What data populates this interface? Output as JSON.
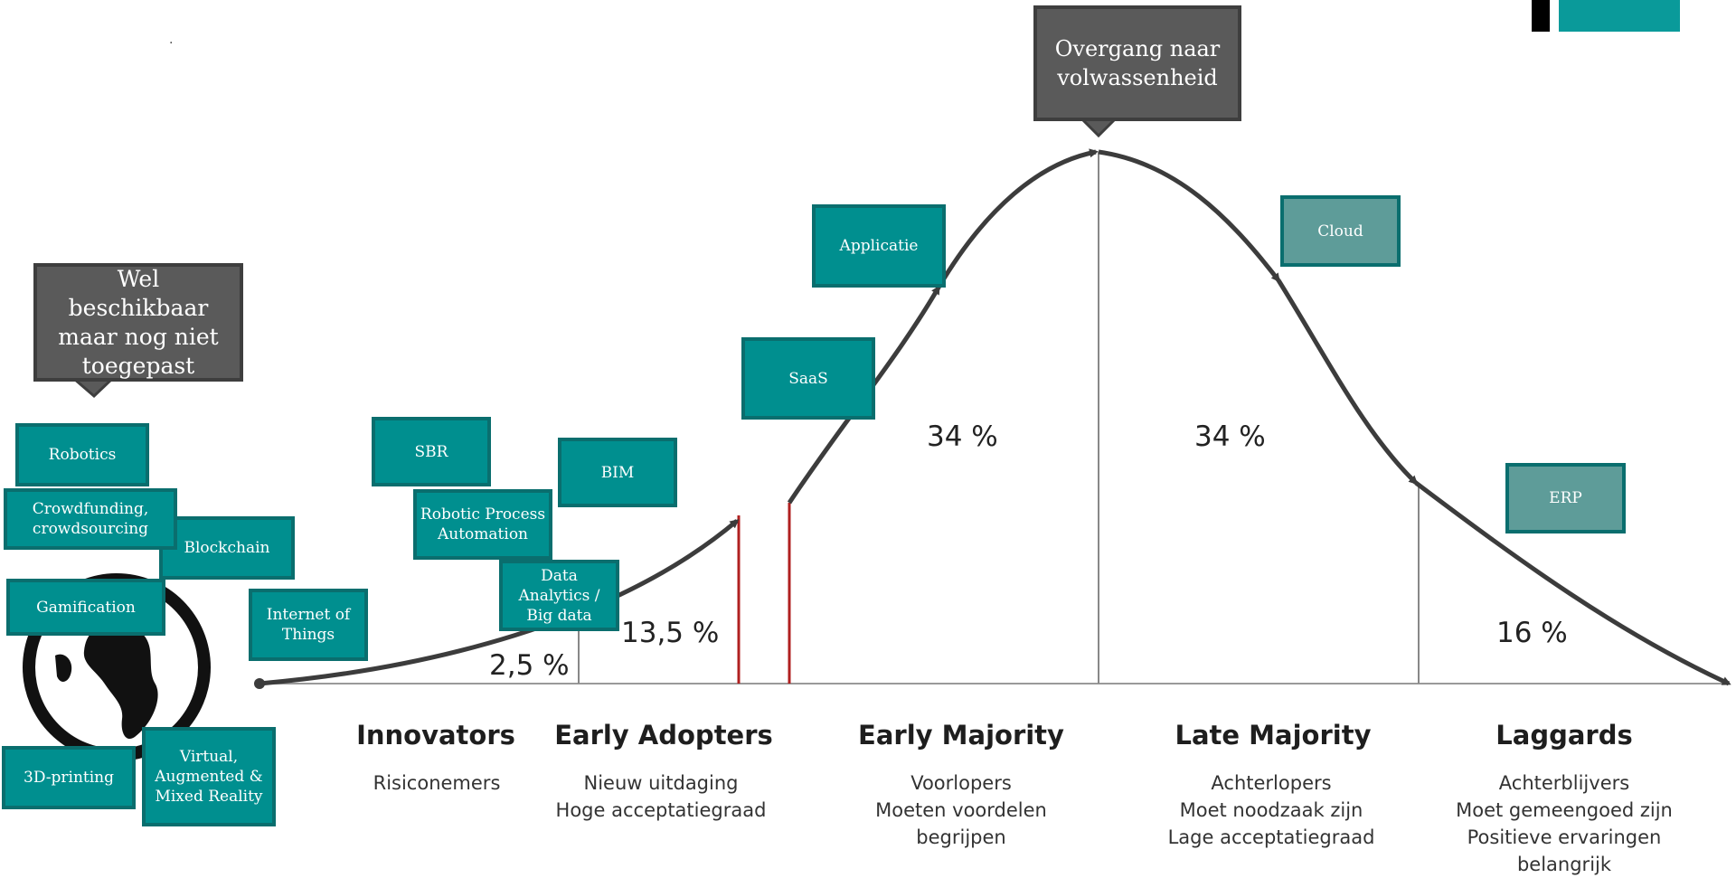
{
  "dot": ".",
  "callouts": {
    "top": "Overgang naar volwassenheid",
    "left": "Wel beschikbaar maar nog niet toegepast"
  },
  "percentages": {
    "innovators": "2,5 %",
    "early_adopters": "13,5 %",
    "early_majority": "34 %",
    "late_majority": "34 %",
    "laggards": "16 %"
  },
  "stages": {
    "innovators": {
      "title": "Innovators",
      "desc": "Risiconemers"
    },
    "early_adopters": {
      "title": "Early Adopters",
      "desc": "Nieuw uitdaging\nHoge acceptatiegraad"
    },
    "early_majority": {
      "title": "Early Majority",
      "desc": "Voorlopers\nMoeten voordelen\nbegrijpen"
    },
    "late_majority": {
      "title": "Late Majority",
      "desc": "Achterlopers\nMoet noodzaak zijn\nLage acceptatiegraad"
    },
    "laggards": {
      "title": "Laggards",
      "desc": "Achterblijvers\nMoet gemeengoed zijn\nPositieve ervaringen\nbelangrijk"
    }
  },
  "technologies": {
    "robotics": "Robotics",
    "crowdfunding": "Crowdfunding, crowdsourcing",
    "blockchain": "Blockchain",
    "gamification": "Gamification",
    "iot": "Internet of Things",
    "printing3d": "3D-printing",
    "vr": "Virtual, Augmented & Mixed Reality",
    "sbr": "SBR",
    "bim": "BIM",
    "rpa": "Robotic Process Automation",
    "data_analytics": "Data Analytics / Big data",
    "saas": "SaaS",
    "applicatie": "Applicatie",
    "cloud": "Cloud",
    "erp": "ERP"
  },
  "colors": {
    "teal": "#008f8f",
    "teal_border": "#0a6e6e",
    "teal_muted": "#5e9c99",
    "callout": "#5a5a5a",
    "curve": "#3c3c3c",
    "divider_red": "#b02020"
  }
}
